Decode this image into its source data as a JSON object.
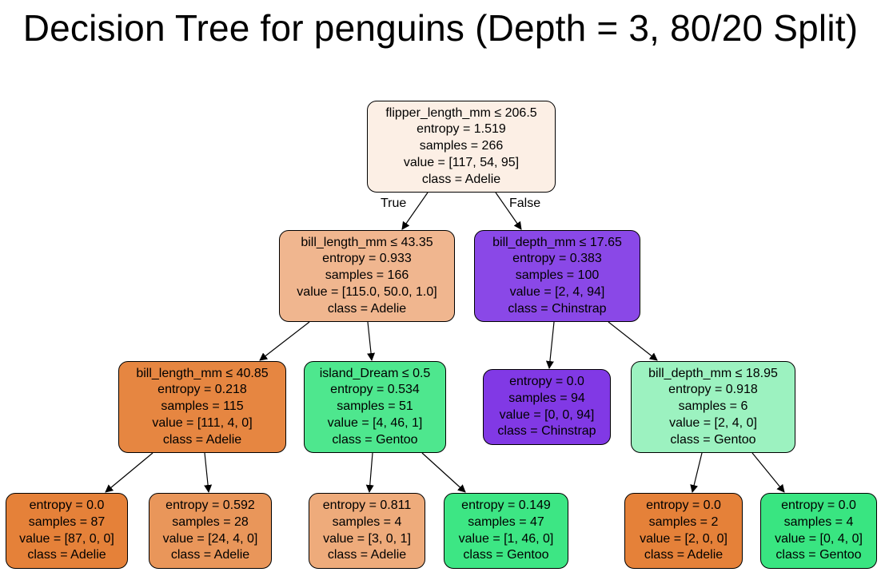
{
  "title": "Decision Tree for penguins (Depth = 3, 80/20 Split)",
  "edge_labels": {
    "true": "True",
    "false": "False"
  },
  "nodes": {
    "root": {
      "lines": [
        "flipper_length_mm ≤ 206.5",
        "entropy = 1.519",
        "samples = 266",
        "value = [117, 54, 95]",
        "class = Adelie"
      ],
      "color": "#fcefe5"
    },
    "l": {
      "lines": [
        "bill_length_mm ≤ 43.35",
        "entropy = 0.933",
        "samples = 166",
        "value = [115.0, 50.0, 1.0]",
        "class = Adelie"
      ],
      "color": "#f0b68f"
    },
    "r": {
      "lines": [
        "bill_depth_mm ≤ 17.65",
        "entropy = 0.383",
        "samples = 100",
        "value = [2, 4, 94]",
        "class = Chinstrap"
      ],
      "color": "#8a48e7"
    },
    "ll": {
      "lines": [
        "bill_length_mm ≤ 40.85",
        "entropy = 0.218",
        "samples = 115",
        "value = [111, 4, 0]",
        "class = Adelie"
      ],
      "color": "#e68641"
    },
    "lr": {
      "lines": [
        "island_Dream ≤ 0.5",
        "entropy = 0.534",
        "samples = 51",
        "value = [4, 46, 1]",
        "class = Gentoo"
      ],
      "color": "#4ee78e"
    },
    "rl": {
      "lines": [
        "entropy = 0.0",
        "samples = 94",
        "value = [0, 0, 94]",
        "class = Chinstrap"
      ],
      "color": "#8139e5"
    },
    "rr": {
      "lines": [
        "bill_depth_mm ≤ 18.95",
        "entropy = 0.918",
        "samples = 6",
        "value = [2, 4, 0]",
        "class = Gentoo"
      ],
      "color": "#9cf2c0"
    },
    "lll": {
      "lines": [
        "entropy = 0.0",
        "samples = 87",
        "value = [87, 0, 0]",
        "class = Adelie"
      ],
      "color": "#e58139"
    },
    "llr": {
      "lines": [
        "entropy = 0.592",
        "samples = 28",
        "value = [24, 4, 0]",
        "class = Adelie"
      ],
      "color": "#e9965a"
    },
    "lrl": {
      "lines": [
        "entropy = 0.811",
        "samples = 4",
        "value = [3, 0, 1]",
        "class = Adelie"
      ],
      "color": "#eeab7b"
    },
    "lrr": {
      "lines": [
        "entropy = 0.149",
        "samples = 47",
        "value = [1, 46, 0]",
        "class = Gentoo"
      ],
      "color": "#3de684"
    },
    "rrl": {
      "lines": [
        "entropy = 0.0",
        "samples = 2",
        "value = [2, 0, 0]",
        "class = Adelie"
      ],
      "color": "#e58139"
    },
    "rrr": {
      "lines": [
        "entropy = 0.0",
        "samples = 4",
        "value = [0, 4, 0]",
        "class = Gentoo"
      ],
      "color": "#39e581"
    }
  }
}
